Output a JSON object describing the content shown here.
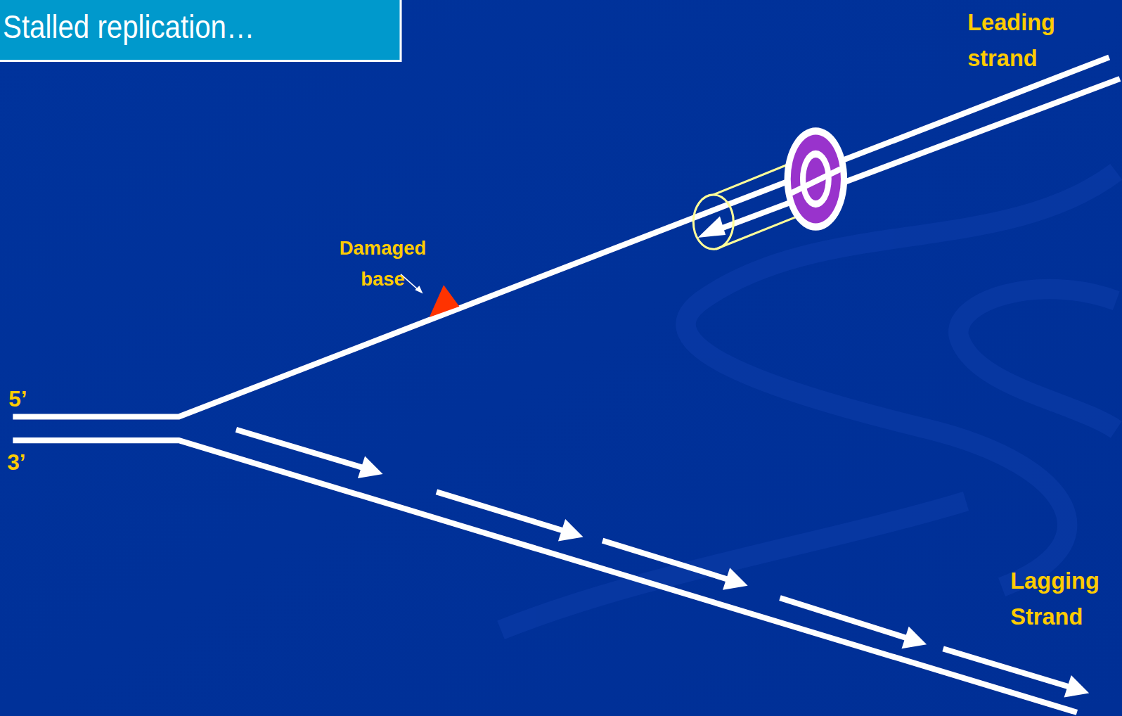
{
  "diagram": {
    "title": "Stalled replication…",
    "labels": [
      "Leading strand",
      "Damaged base",
      "5’",
      "3’",
      "Lagging Strand"
    ]
  }
}
